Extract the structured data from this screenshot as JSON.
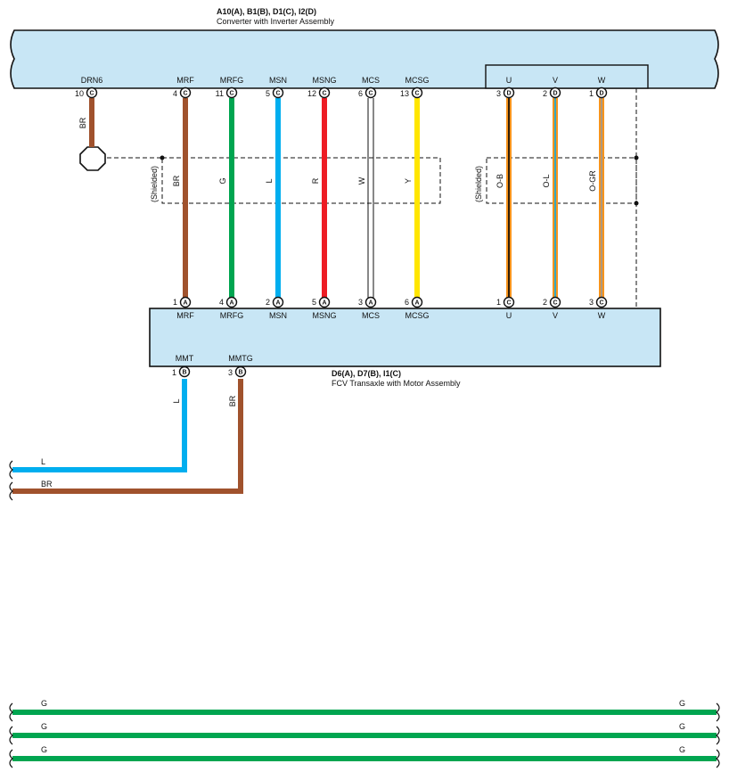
{
  "top_component": {
    "id_line": "A10(A), B1(B), D1(C), I2(D)",
    "name": "Converter with Inverter Assembly",
    "fill": "#c8e6f5"
  },
  "bottom_component": {
    "id_line": "D6(A), D7(B), I1(C)",
    "name": "FCV Transaxle with Motor Assembly",
    "fill": "#c8e6f5"
  },
  "shield_label": "(Shielded)",
  "resolver_wires": [
    {
      "top_name": "DRN6",
      "top_pin": "10",
      "top_conn": "C",
      "color_code": "BR",
      "color": "#a0522d"
    },
    {
      "top_name": "MRF",
      "top_pin": "4",
      "top_conn": "C",
      "color_code": "BR",
      "color": "#a0522d",
      "bottom_name": "MRF",
      "bottom_pin": "1",
      "bottom_conn": "A"
    },
    {
      "top_name": "MRFG",
      "top_pin": "11",
      "top_conn": "C",
      "color_code": "G",
      "color": "#00a550",
      "bottom_name": "MRFG",
      "bottom_pin": "4",
      "bottom_conn": "A"
    },
    {
      "top_name": "MSN",
      "top_pin": "5",
      "top_conn": "C",
      "color_code": "L",
      "color": "#00aeef",
      "bottom_name": "MSN",
      "bottom_pin": "2",
      "bottom_conn": "A"
    },
    {
      "top_name": "MSNG",
      "top_pin": "12",
      "top_conn": "C",
      "color_code": "R",
      "color": "#ed1c24",
      "bottom_name": "MSNG",
      "bottom_pin": "5",
      "bottom_conn": "A"
    },
    {
      "top_name": "MCS",
      "top_pin": "6",
      "top_conn": "C",
      "color_code": "W",
      "color": "#ffffff",
      "bottom_name": "MCS",
      "bottom_pin": "3",
      "bottom_conn": "A"
    },
    {
      "top_name": "MCSG",
      "top_pin": "13",
      "top_conn": "C",
      "color_code": "Y",
      "color": "#ffe600",
      "bottom_name": "MCSG",
      "bottom_pin": "6",
      "bottom_conn": "A"
    }
  ],
  "power_wires": [
    {
      "top_name": "U",
      "top_pin": "3",
      "top_conn": "D",
      "color_code": "O-B",
      "stripe": "#000000",
      "bottom_name": "U",
      "bottom_pin": "1",
      "bottom_conn": "C"
    },
    {
      "top_name": "V",
      "top_pin": "2",
      "top_conn": "D",
      "color_code": "O-L",
      "stripe": "#00aeef",
      "bottom_name": "V",
      "bottom_pin": "2",
      "bottom_conn": "C"
    },
    {
      "top_name": "W",
      "top_pin": "1",
      "top_conn": "D",
      "color_code": "O-GR",
      "stripe": "#9a9a9a",
      "bottom_name": "W",
      "bottom_pin": "3",
      "bottom_conn": "C"
    }
  ],
  "power_base_color": "#f7941d",
  "thermistor_wires": [
    {
      "name": "MMT",
      "pin": "1",
      "conn": "B",
      "color_code": "L",
      "color": "#00aeef",
      "left_label": "L"
    },
    {
      "name": "MMTG",
      "pin": "3",
      "conn": "B",
      "color_code": "BR",
      "color": "#a0522d",
      "left_label": "BR"
    }
  ],
  "bus_lines": [
    {
      "left_label": "G",
      "right_label": "G",
      "color": "#00a550"
    },
    {
      "left_label": "G",
      "right_label": "G",
      "color": "#00a550"
    },
    {
      "left_label": "G",
      "right_label": "G",
      "color": "#00a550"
    }
  ]
}
